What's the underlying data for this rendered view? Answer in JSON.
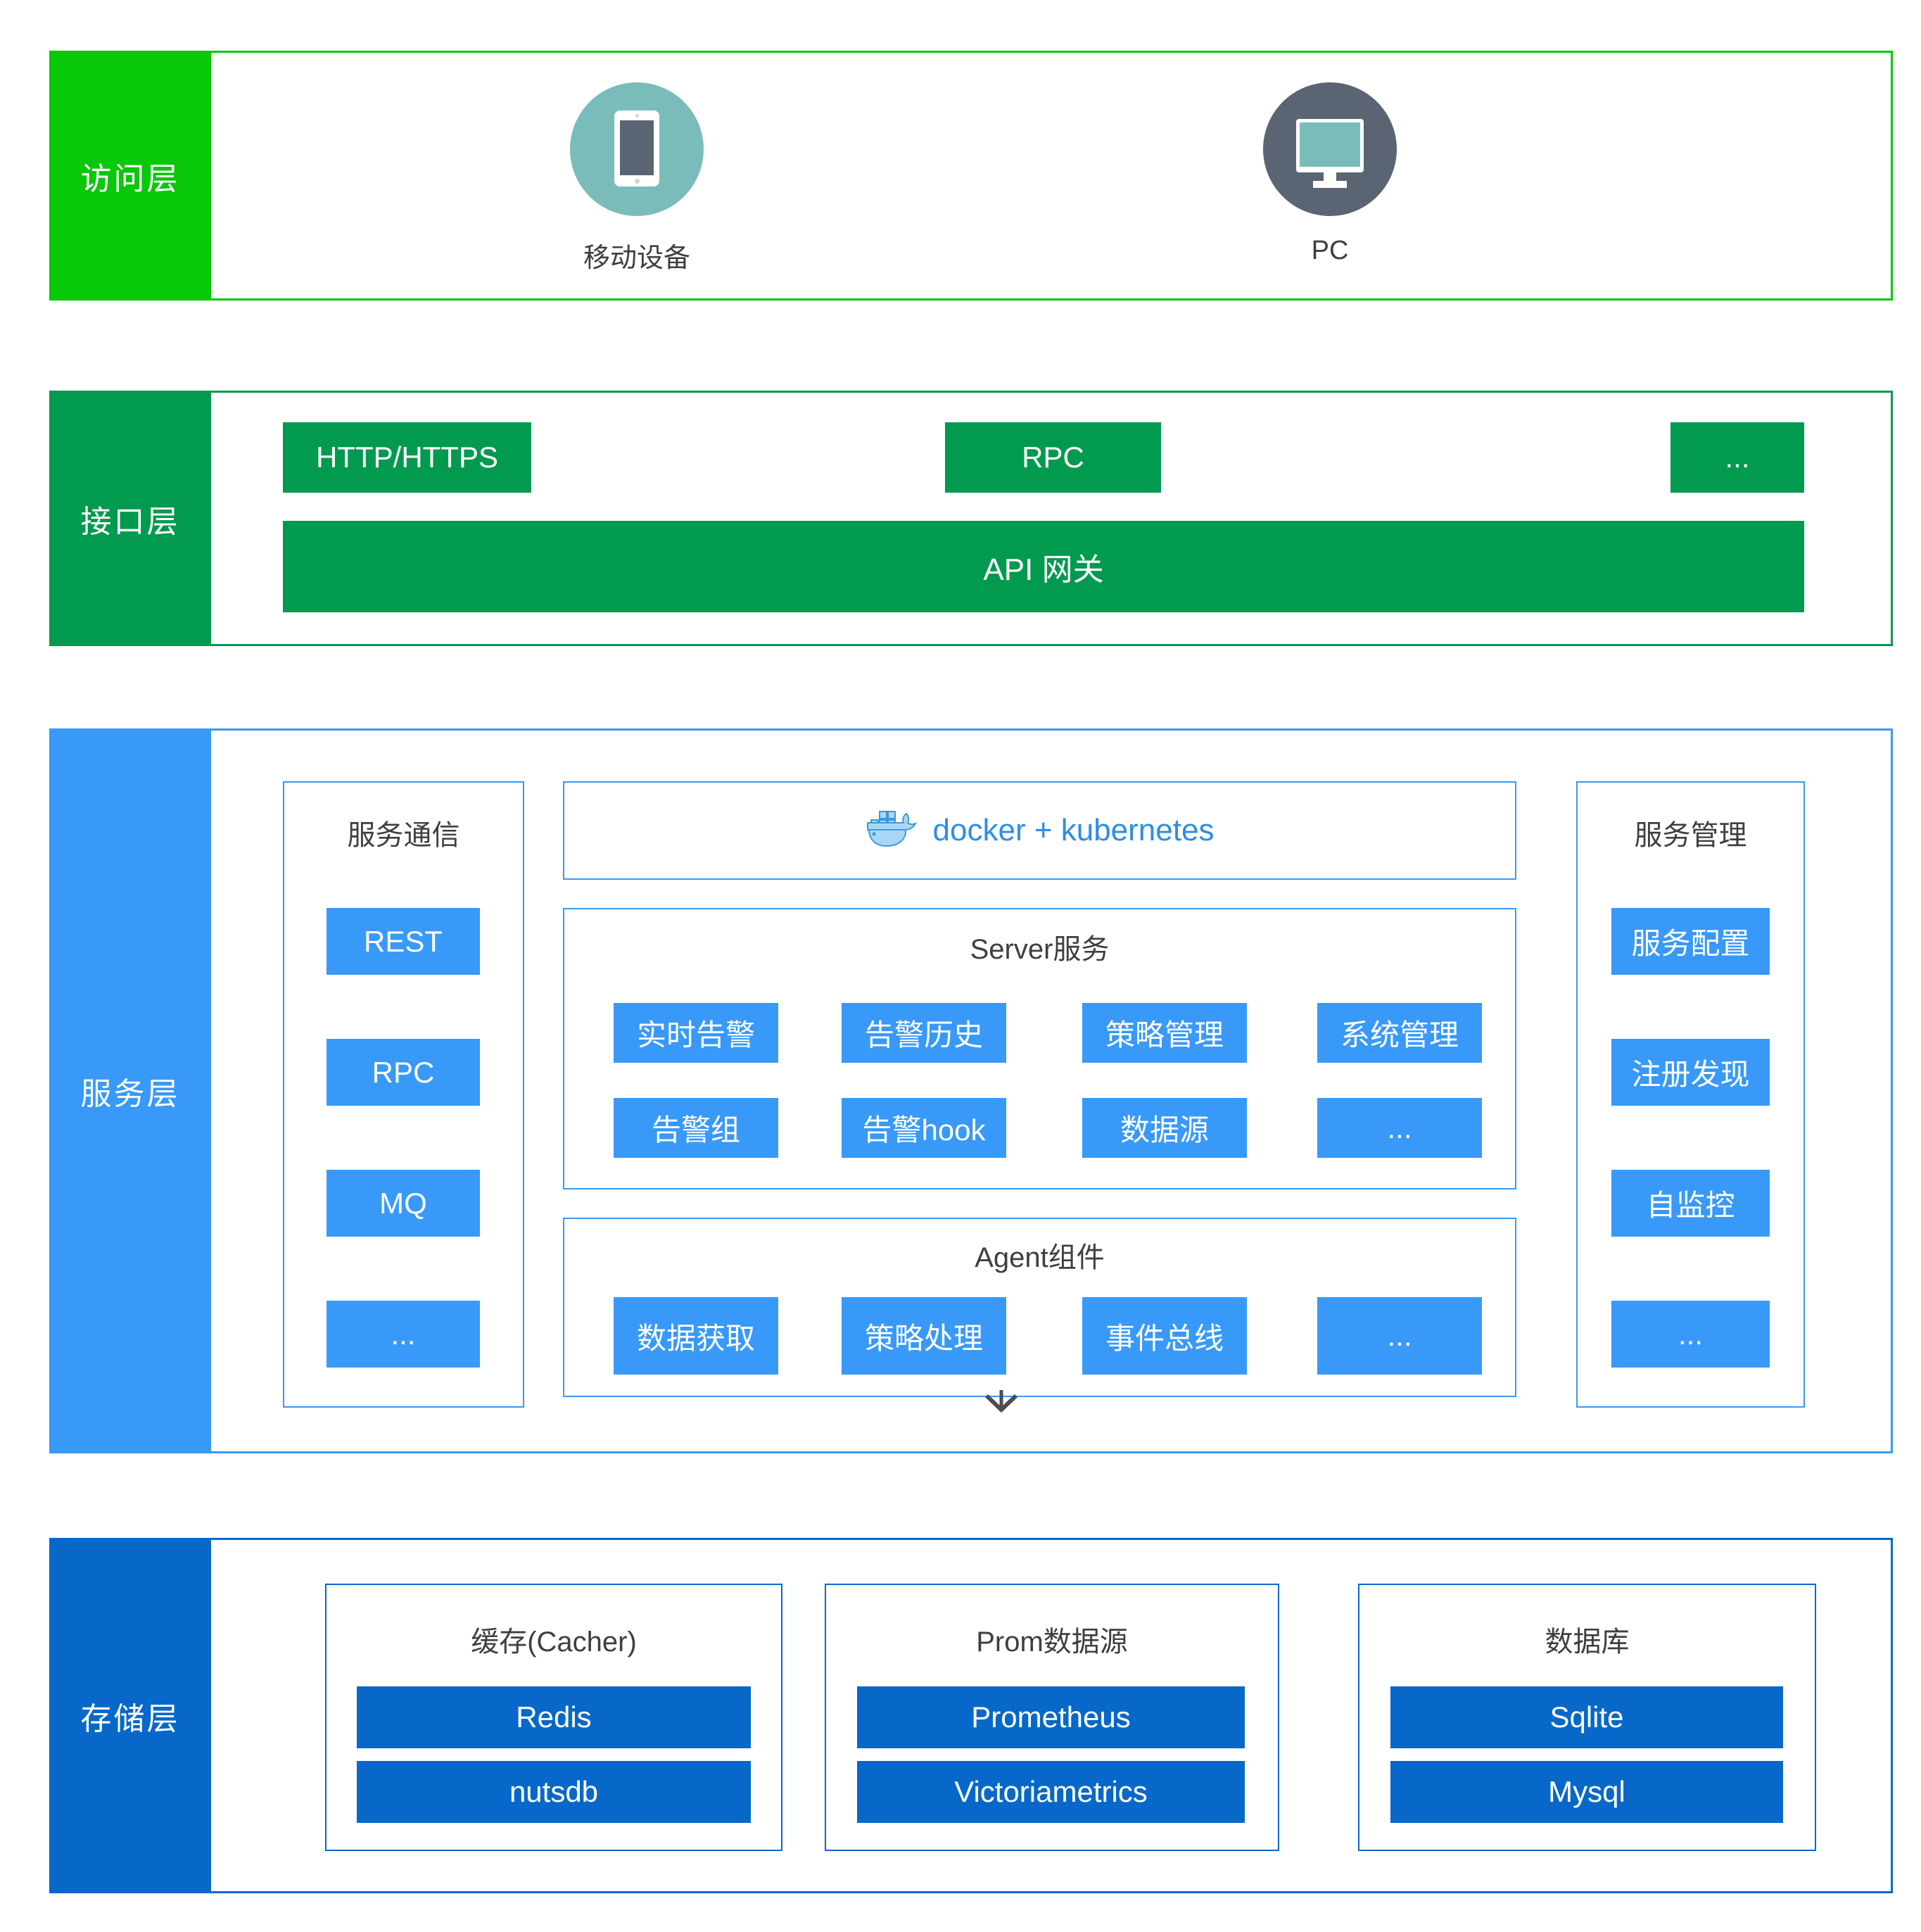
{
  "colors": {
    "access_green": "#09c709",
    "interface_green": "#029a4e",
    "service_blue": "#3899f8",
    "storage_blue": "#0768ca",
    "teal_icon_bg": "#7abcba",
    "slate_icon_bg": "#5a6472",
    "docker_text_blue": "#2b8ee8",
    "whale_blue": "#a9d7f3",
    "arrow_gray": "#4d4d4d",
    "title_text": "#3f3f3f"
  },
  "icons": {
    "mobile": "tablet-icon",
    "pc": "monitor-icon",
    "platform": "docker-whale-icon",
    "flow": "down-arrow-icon"
  },
  "access": {
    "label": "访问层",
    "devices": [
      {
        "name": "移动设备"
      },
      {
        "name": "PC"
      }
    ]
  },
  "interface": {
    "label": "接口层",
    "protocols": [
      "HTTP/HTTPS",
      "RPC",
      "..."
    ],
    "gateway": "API 网关"
  },
  "service": {
    "label": "服务层",
    "comm": {
      "title": "服务通信",
      "items": [
        "REST",
        "RPC",
        "MQ",
        "..."
      ]
    },
    "platform": {
      "title": "docker + kubernetes"
    },
    "server": {
      "title": "Server服务",
      "rows": [
        [
          "实时告警",
          "告警历史",
          "策略管理",
          "系统管理"
        ],
        [
          "告警组",
          "告警hook",
          "数据源",
          "..."
        ]
      ]
    },
    "agent": {
      "title": "Agent组件",
      "items": [
        "数据获取",
        "策略处理",
        "事件总线",
        "..."
      ]
    },
    "mgmt": {
      "title": "服务管理",
      "items": [
        "服务配置",
        "注册发现",
        "自监控",
        "..."
      ]
    }
  },
  "storage": {
    "label": "存储层",
    "groups": [
      {
        "title": "缓存(Cacher)",
        "items": [
          "Redis",
          "nutsdb"
        ]
      },
      {
        "title": "Prom数据源",
        "items": [
          "Prometheus",
          "Victoriametrics"
        ]
      },
      {
        "title": "数据库",
        "items": [
          "Sqlite",
          "Mysql"
        ]
      }
    ]
  }
}
